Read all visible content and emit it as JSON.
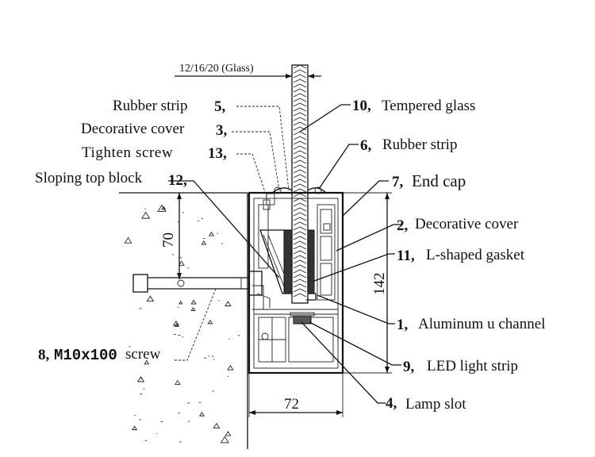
{
  "glass_spec": "12/16/20 (Glass)",
  "labels_left": [
    {
      "text": "Rubber strip",
      "num": "5,"
    },
    {
      "text": "Decorative cover",
      "num": "3,"
    },
    {
      "text": "Tighten screw",
      "num": "13,"
    },
    {
      "text": "Sloping top block",
      "num": "12,"
    }
  ],
  "labels_right": [
    {
      "num": "10,",
      "text": "Tempered glass"
    },
    {
      "num": "6,",
      "text": "Rubber strip"
    },
    {
      "num": "7,",
      "text": "End cap"
    },
    {
      "num": "2,",
      "text": "Decorative cover"
    },
    {
      "num": "11,",
      "text": "L-shaped gasket"
    },
    {
      "num": "1,",
      "text": "Aluminum u channel"
    },
    {
      "num": "9,",
      "text": "LED light strip"
    },
    {
      "num": "4,",
      "text": "Lamp slot"
    }
  ],
  "screw_label": {
    "num": "8,",
    "spec": "M10x100",
    "text": "screw"
  },
  "dimensions": {
    "height_total": "142",
    "height_top": "70",
    "width": "72"
  }
}
